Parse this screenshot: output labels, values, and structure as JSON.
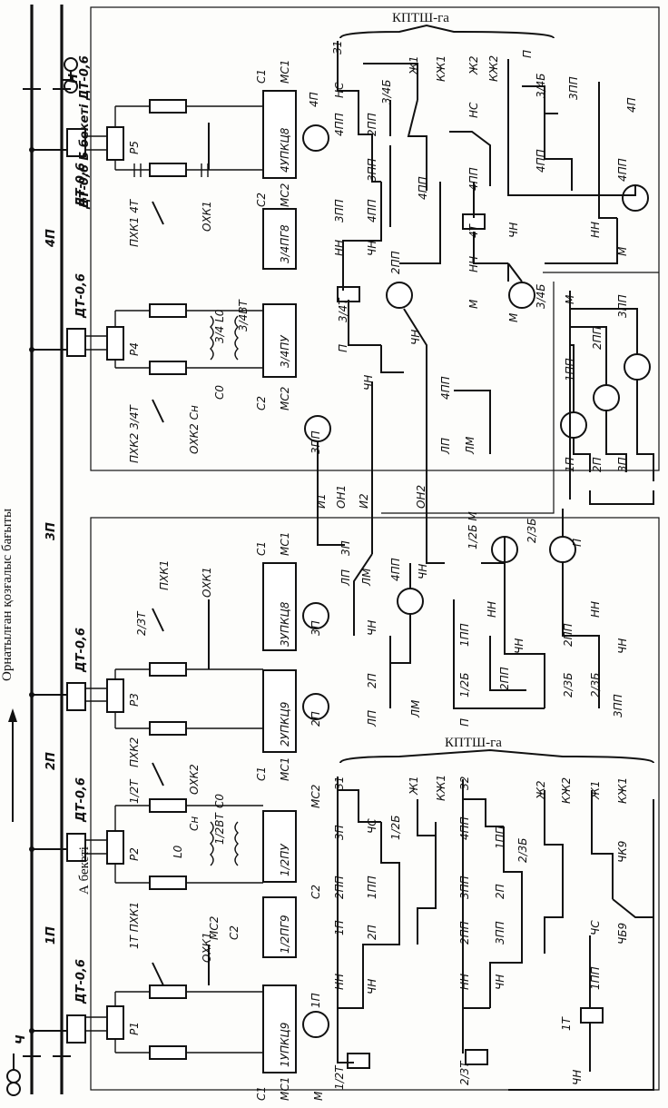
{
  "labels": {
    "kptsh_top": "КПТШ-га",
    "kptsh_bottom": "КПТШ-га",
    "direction": "Орнатылған қозғалыс бағыты",
    "station_a": "А бекеті",
    "station_b": "ДТ-0,6 Б бекеті ДТ-0,6",
    "sec_4p": "4П",
    "sec_3p": "3П",
    "sec_2p": "2П",
    "sec_1p": "1П",
    "sig_n": "Н",
    "sig_ch": "Ч",
    "dt": "ДТ-0,6",
    "r1": "Р1",
    "r2": "Р2",
    "r3": "Р3",
    "r4": "Р4",
    "r5": "Р5",
    "pkh1_4t": "ПХК1 4Т",
    "pkh2_34t": "ПХК2 3/4Т",
    "pkh1": "ПХК1",
    "pkh2": "ПХК2",
    "pkh1_1t": "1Т ПХК1",
    "okh1": "ОХК1",
    "okh2": "ОХК2",
    "okh2_cn": "ОХК2 Сн",
    "cn": "Сн",
    "c0": "С0",
    "l0": "L0",
    "l34": "3/4 L0",
    "vt34": "3/4ВТ",
    "vt12": "1/2ВТ",
    "t12": "1/2Т",
    "t23": "2/3Т",
    "t34": "3/4Т",
    "t4": "4Т",
    "t1": "1Т",
    "c1": "С1",
    "c2": "С2",
    "ms1": "МС1",
    "ms2": "МС2",
    "c4p": "4П",
    "p": "П",
    "p1": "1П",
    "p2": "2П",
    "p3": "3П",
    "pp1": "1ПП",
    "pp2": "2ПП",
    "pp3": "3ПП",
    "pp4": "4ПП",
    "i1": "И1",
    "i2": "И2",
    "on1": "ОН1",
    "on2": "ОН2",
    "z1": "З1",
    "z2": "З2",
    "zh1": "Ж1",
    "zh2": "Ж2",
    "kzh1": "КЖ1",
    "kzh2": "КЖ2",
    "ns": "НС",
    "nn": "НН",
    "chn": "ЧН",
    "chs": "ЧС",
    "m": "М",
    "lp": "ЛП",
    "lm": "ЛМ",
    "b34": "3/4Б",
    "b12": "1/2Б",
    "b12m": "1/2Б М",
    "b23": "2/3Б",
    "chk9": "ЧК9",
    "chb9": "ЧБ9"
  },
  "units": {
    "u4upkts8": "4УПКЦ8",
    "u34pg8": "3/4ПГ8",
    "u34pu": "3/4ПУ",
    "u3upkts8": "3УПКЦ8",
    "u2upkts9": "2УПКЦ9",
    "u12pu": "1/2ПУ",
    "u12pg9": "1/2ПГ9",
    "u1upkts9": "1УПКЦ9"
  }
}
